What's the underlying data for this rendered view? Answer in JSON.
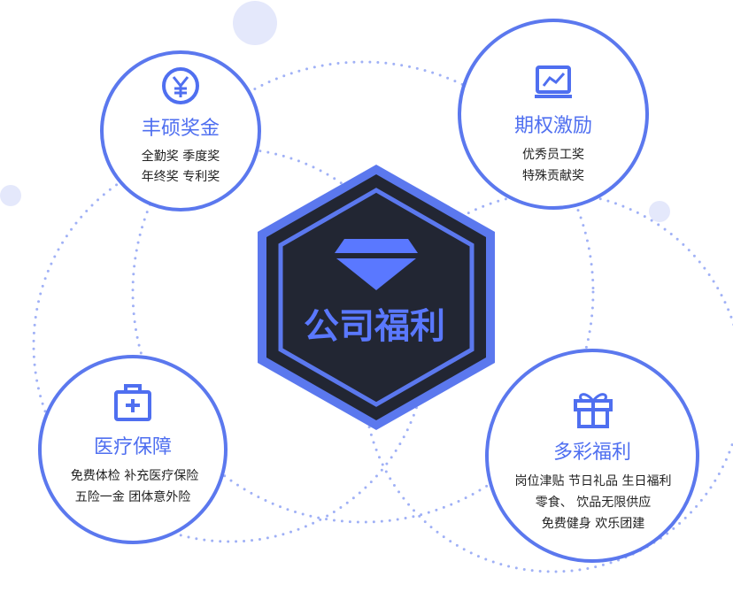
{
  "center": {
    "title": "公司福利",
    "icon": "diamond-icon"
  },
  "cards": {
    "bonus": {
      "icon": "yen-coin-icon",
      "title": "丰硕奖金",
      "lines": [
        "全勤奖  季度奖",
        "年终奖  专利奖"
      ]
    },
    "options": {
      "icon": "chart-monitor-icon",
      "title": "期权激励",
      "lines": [
        "优秀员工奖",
        "特殊贡献奖"
      ]
    },
    "medical": {
      "icon": "medical-kit-icon",
      "title": "医疗保障",
      "lines": [
        "免费体检   补充医疗保险",
        "五险一金 团体意外险"
      ]
    },
    "welfare": {
      "icon": "gift-icon",
      "title": "多彩福利",
      "lines": [
        "岗位津贴  节日礼品  生日福利",
        "零食、 饮品无限供应",
        "免费健身 欢乐团建"
      ]
    }
  },
  "colors": {
    "accent": "#4f6ff0",
    "ring": "#5b78ee",
    "hexDark": "#222633",
    "dots": "#8fa3f5",
    "bubble": "#e4e8fb"
  }
}
